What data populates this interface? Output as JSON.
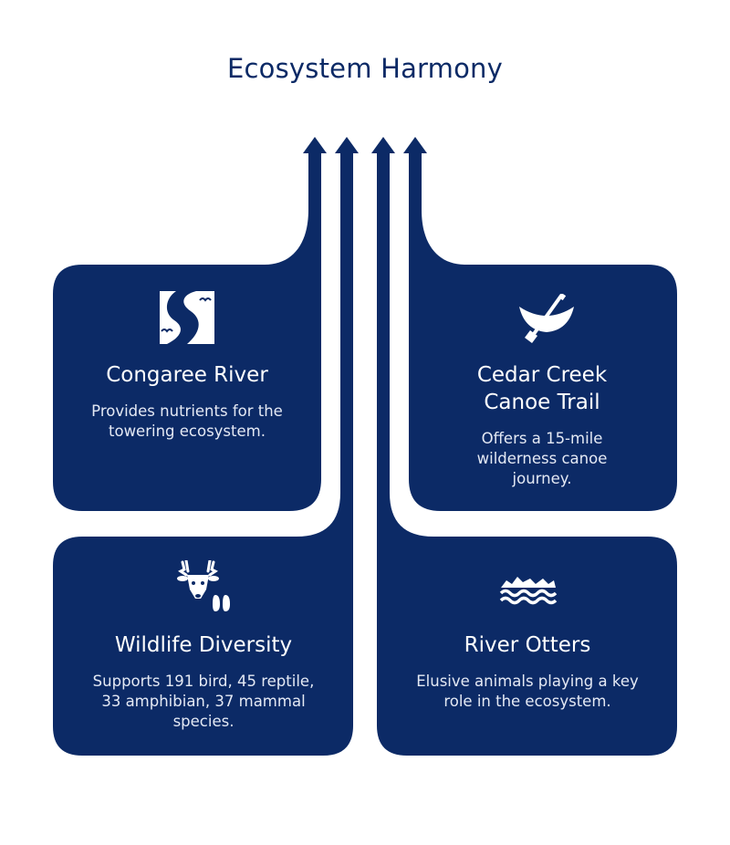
{
  "title": "Ecosystem Harmony",
  "colors": {
    "navy": "#0c2a66",
    "white": "#ffffff"
  },
  "cards": [
    {
      "title": "Congaree River",
      "description": "Provides nutrients for the towering ecosystem.",
      "icon": "river-icon"
    },
    {
      "title": "Cedar Creek Canoe Trail",
      "description": "Offers a 15-mile wilderness canoe journey.",
      "icon": "canoe-icon"
    },
    {
      "title": "Wildlife Diversity",
      "description": "Supports 191 bird, 45 reptile, 33 amphibian, 37 mammal species.",
      "icon": "deer-icon"
    },
    {
      "title": "River Otters",
      "description": "Elusive animals playing a key role in the ecosystem.",
      "icon": "otter-icon"
    }
  ]
}
